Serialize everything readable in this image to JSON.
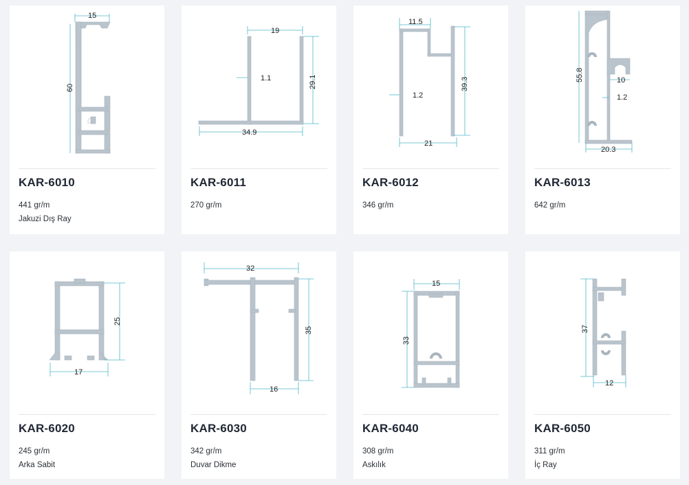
{
  "products": [
    {
      "code": "KAR-6010",
      "weight": "441 gr/m",
      "desc": "Jakuzi Dış Ray",
      "dims": [
        "15",
        "60"
      ]
    },
    {
      "code": "KAR-6011",
      "weight": "270 gr/m",
      "desc": "",
      "dims": [
        "19",
        "1.1",
        "29.1",
        "34.9"
      ]
    },
    {
      "code": "KAR-6012",
      "weight": "346 gr/m",
      "desc": "",
      "dims": [
        "11.5",
        "1.2",
        "39.3",
        "21"
      ]
    },
    {
      "code": "KAR-6013",
      "weight": "642 gr/m",
      "desc": "",
      "dims": [
        "55.8",
        "10",
        "1.2",
        "20.3"
      ]
    },
    {
      "code": "KAR-6020",
      "weight": "245 gr/m",
      "desc": "Arka Sabit",
      "dims": [
        "25",
        "17"
      ]
    },
    {
      "code": "KAR-6030",
      "weight": "342 gr/m",
      "desc": "Duvar Dikme",
      "dims": [
        "32",
        "35",
        "16"
      ]
    },
    {
      "code": "KAR-6040",
      "weight": "308 gr/m",
      "desc": "Askılık",
      "dims": [
        "15",
        "33"
      ]
    },
    {
      "code": "KAR-6050",
      "weight": "311 gr/m",
      "desc": "İç Ray",
      "dims": [
        "37",
        "12"
      ]
    }
  ]
}
